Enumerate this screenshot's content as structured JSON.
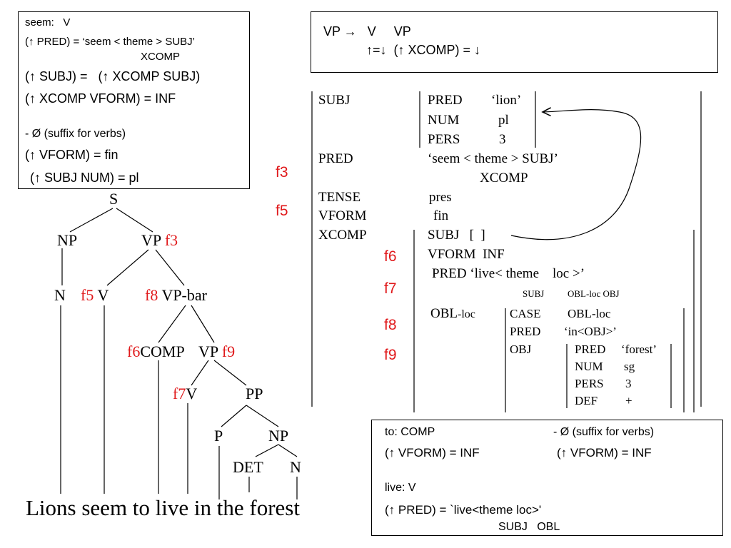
{
  "lexicon_box": {
    "seem_entry": "seem:   V",
    "pred": "(↑ PRED) = ‘seem < theme > SUBJ’",
    "pred_xcomp": "XCOMP",
    "subj_eq": "(↑ SUBJ) =   (↑ XCOMP SUBJ)",
    "xcomp_vform": "(↑ XCOMP VFORM) = INF",
    "suffix": "- Ø (suffix for verbs)",
    "vform_fin": "(↑ VFORM) = fin",
    "subj_num": "(↑ SUBJ NUM) = pl"
  },
  "rule_box": {
    "rule": "VP →   V     VP",
    "annotations": "↑=↓  (↑ XCOMP) = ↓"
  },
  "tree": {
    "S": "S",
    "NP": "NP",
    "VP": "VP",
    "VP_f": "f3",
    "N": "N",
    "V": "V",
    "V_f": "f5",
    "VPbar": "VP-bar",
    "VPbar_f": "f8",
    "COMP": "COMP",
    "COMP_f": "f6",
    "VP2": "VP",
    "VP2_f": "f9",
    "V2": "V",
    "V2_f": "f7",
    "PP": "PP",
    "P": "P",
    "NP2": "NP",
    "DET": "DET",
    "N2": "N",
    "sentence": "Lions seem to live in the forest"
  },
  "fstructure": {
    "subj": "SUBJ",
    "subj_pred_attr": "PRED",
    "subj_pred_val": "‘lion’",
    "subj_num_attr": "NUM",
    "subj_num_val": "pl",
    "subj_pers_attr": "PERS",
    "subj_pers_val": "3",
    "pred": "PRED",
    "pred_val": "‘seem < theme > SUBJ’",
    "pred_val2": "XCOMP",
    "tense": "TENSE",
    "tense_val": "pres",
    "vform": "VFORM",
    "vform_val": "fin",
    "xcomp": "XCOMP",
    "x_subj": "SUBJ   [  ]",
    "x_vform": "VFORM  INF",
    "x_pred": "PRED ‘live< theme    loc >’",
    "x_pred_sub1": "SUBJ",
    "x_pred_sub2": "OBL-loc OBJ",
    "obl": "OBL",
    "obl_suffix": "-loc",
    "case_attr": "CASE",
    "case_val": "OBL-loc",
    "obl_pred_attr": "PRED",
    "obl_pred_val": "‘in<OBJ>’",
    "obj_attr": "OBJ",
    "obj_pred_attr": "PRED",
    "obj_pred_val": "‘forest’",
    "obj_num_attr": "NUM",
    "obj_num_val": "sg",
    "obj_pers_attr": "PERS",
    "obj_pers_val": "3",
    "obj_def_attr": "DEF",
    "obj_def_val": "+"
  },
  "flabels": {
    "f3": "f3",
    "f5": "f5",
    "f6": "f6",
    "f7": "f7",
    "f8": "f8",
    "f9": "f9"
  },
  "bottom_box": {
    "to_entry": "to: COMP",
    "to_vform": "(↑ VFORM) = INF",
    "suffix": "- Ø (suffix for verbs)",
    "suffix_vform": "(↑ VFORM) = INF",
    "live_entry": "live: V",
    "live_pred": "(↑ PRED) = `live<theme loc>'",
    "live_pred_sub": "SUBJ   OBL"
  },
  "colors": {
    "label_red": "#e0191b"
  }
}
